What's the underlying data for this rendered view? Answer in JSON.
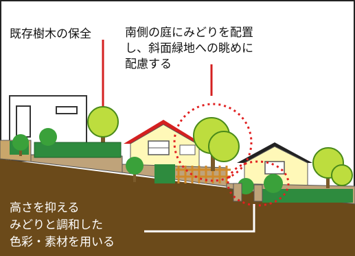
{
  "labels": {
    "top_left": "既存樹木の保全",
    "top_center_lines": [
      "南側の庭にみどりを配置",
      "し、斜面緑地への眺めに",
      "配慮する"
    ],
    "bottom_left_lines": [
      "高さを抑える",
      "みどりと調和した",
      "色彩・素材を用いる"
    ]
  },
  "colors": {
    "ground": "#6b4a1a",
    "ground_top": "#c9a66b",
    "tree_light": "#bddd3e",
    "tree_mid": "#8ec21f",
    "tree_dark": "#3aa13a",
    "hedge": "#2e8b3e",
    "house_wall": "#fff8b8",
    "roof_red": "#d42020",
    "roof_dark": "#222222",
    "leader_red": "#d42020",
    "circle_red": "#e02020",
    "fence": "#cf8a2a",
    "wall_tan": "#bfa37a"
  }
}
